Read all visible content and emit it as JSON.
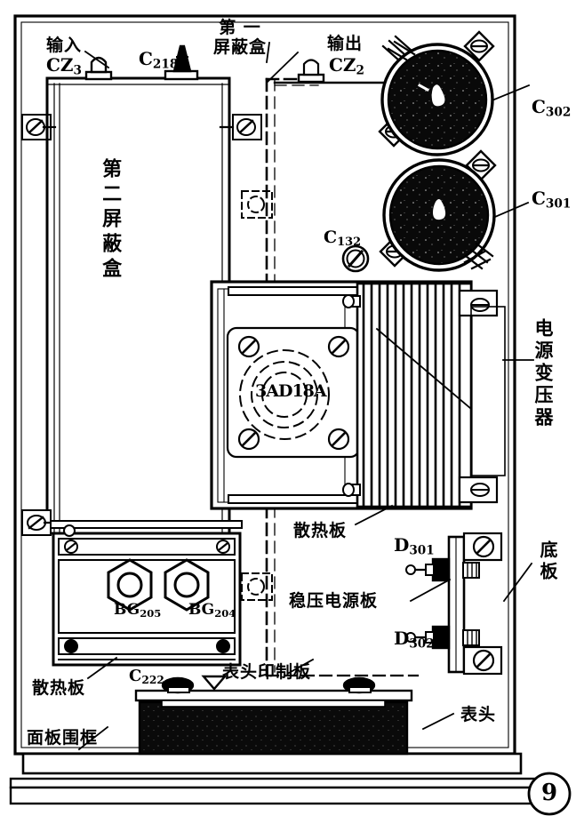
{
  "figure": {
    "number": "9",
    "kind": "assembly-layout-diagram",
    "description": "Top view internal assembly layout of an instrument chassis"
  },
  "labels": {
    "input": "输入",
    "input_ref": "CZ",
    "input_ref_sub": "3",
    "c218": "C",
    "c218_sub": "218",
    "first_shield_box_l1": "第 一",
    "first_shield_box_l2": "屏蔽盒",
    "output": "输出",
    "output_ref": "CZ",
    "output_ref_sub": "2",
    "c302": "C",
    "c302_sub": "302",
    "c301": "C",
    "c301_sub": "301",
    "c132": "C",
    "c132_sub": "132",
    "second_shield_box": "第二屏蔽盒",
    "transformer_label": "电源变压器",
    "transformer_plate_text": "3AD18A",
    "heatsink_upper": "散热板",
    "heatsink_lower": "散热板",
    "d301": "D",
    "d301_sub": "301",
    "d302": "D",
    "d302_sub": "302",
    "regulator_board": "稳压电源板",
    "base_plate": "底板",
    "bg205": "BG",
    "bg205_sub": "205",
    "bg204": "BG",
    "bg204_sub": "204",
    "c222": "C",
    "c222_sub": "222",
    "meter_pcb": "表头印制板",
    "meter_head": "表头",
    "panel_frame": "面板围框"
  },
  "components": [
    {
      "id": "CZ3",
      "name": "输入 CZ3 连接器",
      "type": "connector"
    },
    {
      "id": "C218",
      "name": "C218 电容",
      "type": "capacitor"
    },
    {
      "id": "CZ2",
      "name": "输出 CZ2 连接器",
      "type": "connector"
    },
    {
      "id": "C302",
      "name": "C302 电解电容",
      "type": "electrolytic-capacitor"
    },
    {
      "id": "C301",
      "name": "C301 电解电容",
      "type": "electrolytic-capacitor"
    },
    {
      "id": "C132",
      "name": "C132 微调电容",
      "type": "trimmer-capacitor"
    },
    {
      "id": "C222",
      "name": "C222 电容",
      "type": "capacitor"
    },
    {
      "id": "D301",
      "name": "D301 二极管",
      "type": "diode"
    },
    {
      "id": "D302",
      "name": "D302 二极管",
      "type": "diode"
    },
    {
      "id": "BG205",
      "name": "BG205 功率管",
      "type": "power-transistor"
    },
    {
      "id": "BG204",
      "name": "BG204 功率管",
      "type": "power-transistor"
    }
  ],
  "colors": {
    "ink": "#000000",
    "paper": "#ffffff",
    "fill_dark": "#0b0b0b"
  }
}
